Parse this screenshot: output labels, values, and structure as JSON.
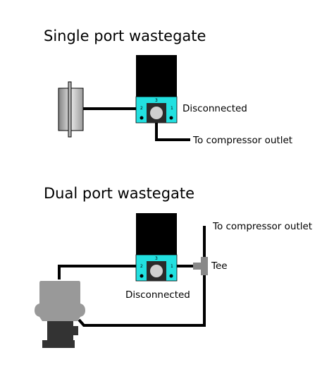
{
  "single": {
    "title": "Single port wastegate",
    "disconnected_label": "Disconnected",
    "outlet_label": "To compressor outlet",
    "ports": {
      "left": "2",
      "top": "3",
      "right": "1"
    }
  },
  "dual": {
    "title": "Dual port wastegate",
    "outlet_label": "To compressor outlet",
    "tee_label": "Tee",
    "disconnected_label": "Disconnected",
    "ports": {
      "left": "2",
      "top": "3",
      "right": "1"
    }
  },
  "colors": {
    "solenoid_body": "#000000",
    "solenoid_base": "#22e0e0",
    "solenoid_knob": "#d0d0d0",
    "actuator_gray": "#999999",
    "actuator_dark": "#333333",
    "tee_gray": "#888888"
  }
}
